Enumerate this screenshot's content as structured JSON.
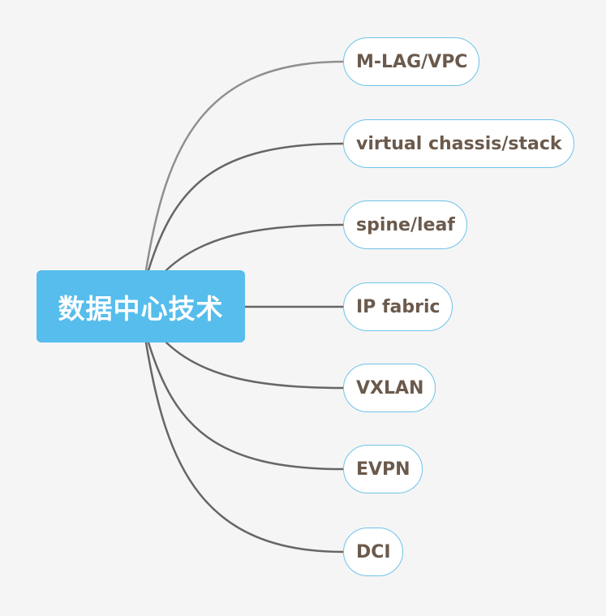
{
  "central_topic": {
    "label": "数据中心技术"
  },
  "branches": [
    {
      "label": "M-LAG/VPC"
    },
    {
      "label": "virtual chassis/stack"
    },
    {
      "label": "spine/leaf"
    },
    {
      "label": "IP fabric"
    },
    {
      "label": "VXLAN"
    },
    {
      "label": "EVPN"
    },
    {
      "label": "DCI"
    }
  ],
  "colors": {
    "background": "#f5f5f5",
    "central_fill": "#56bdec",
    "central_text": "#ffffff",
    "branch_border": "#6fc3ea",
    "branch_text": "#6b5a4c",
    "connector": "#666666"
  }
}
